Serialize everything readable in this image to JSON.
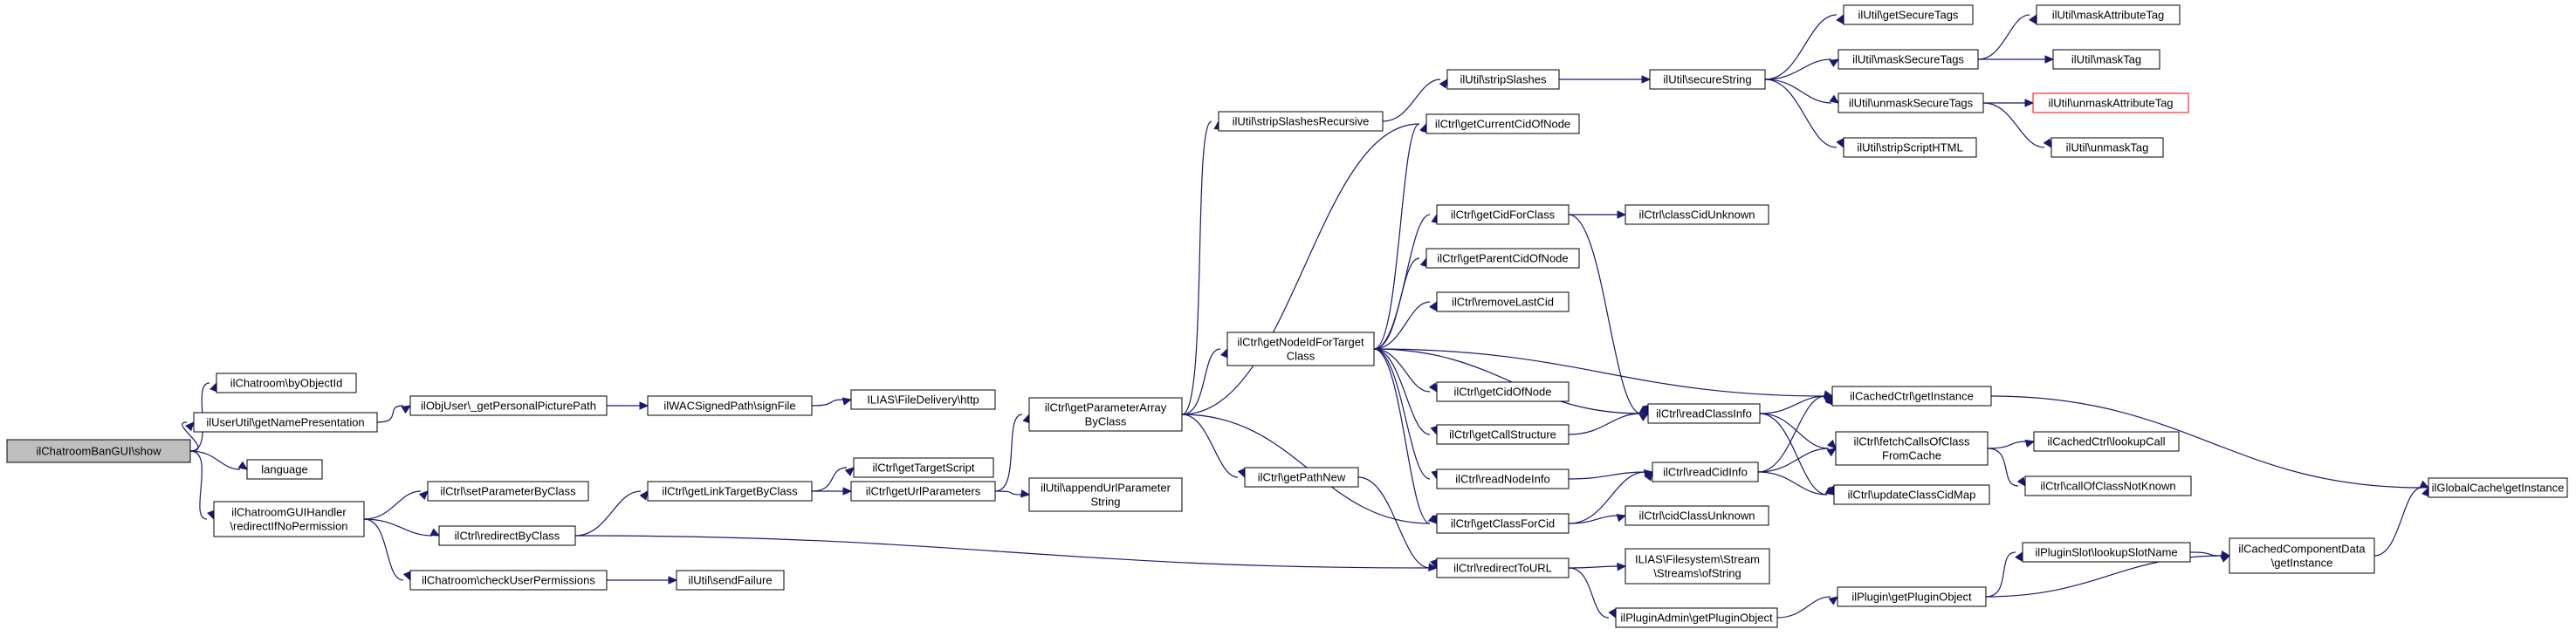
{
  "graph": {
    "edge_color": "#191970",
    "root_fill": "#bfbfbf",
    "missing_border": "#ff0000",
    "nodes": [
      {
        "id": "show",
        "lines": [
          "ilChatroomBanGUI\\show"
        ],
        "root": true
      },
      {
        "id": "byObjectId",
        "lines": [
          "ilChatroom\\byObjectId"
        ]
      },
      {
        "id": "getNamePres",
        "lines": [
          "ilUserUtil\\getNamePresentation"
        ]
      },
      {
        "id": "language",
        "lines": [
          "language"
        ]
      },
      {
        "id": "redirectNoPerm",
        "lines": [
          "ilChatroomGUIHandler",
          "\\redirectIfNoPermission"
        ]
      },
      {
        "id": "getPersonalPic",
        "lines": [
          "ilObjUser\\_getPersonalPicturePath"
        ]
      },
      {
        "id": "setParamByClass",
        "lines": [
          "ilCtrl\\setParameterByClass"
        ]
      },
      {
        "id": "redirectByClass",
        "lines": [
          "ilCtrl\\redirectByClass"
        ]
      },
      {
        "id": "checkUserPerm",
        "lines": [
          "ilChatroom\\checkUserPermissions"
        ]
      },
      {
        "id": "signFile",
        "lines": [
          "ilWACSignedPath\\signFile"
        ]
      },
      {
        "id": "getLinkTarget",
        "lines": [
          "ilCtrl\\getLinkTargetByClass"
        ]
      },
      {
        "id": "sendFailure",
        "lines": [
          "ilUtil\\sendFailure"
        ]
      },
      {
        "id": "fileDelivery",
        "lines": [
          "ILIAS\\FileDelivery\\http"
        ]
      },
      {
        "id": "getTargetScript",
        "lines": [
          "ilCtrl\\getTargetScript"
        ]
      },
      {
        "id": "getUrlParams",
        "lines": [
          "ilCtrl\\getUrlParameters"
        ]
      },
      {
        "id": "getParamArray",
        "lines": [
          "ilCtrl\\getParameterArray",
          "ByClass"
        ]
      },
      {
        "id": "appendUrlParam",
        "lines": [
          "ilUtil\\appendUrlParameter",
          "String"
        ]
      },
      {
        "id": "stripSlashesRec",
        "lines": [
          "ilUtil\\stripSlashesRecursive"
        ]
      },
      {
        "id": "getNodeIdForTarget",
        "lines": [
          "ilCtrl\\getNodeIdForTarget",
          "Class"
        ]
      },
      {
        "id": "getPathNew",
        "lines": [
          "ilCtrl\\getPathNew"
        ]
      },
      {
        "id": "stripSlashes",
        "lines": [
          "ilUtil\\stripSlashes"
        ]
      },
      {
        "id": "getCurrentCid",
        "lines": [
          "ilCtrl\\getCurrentCidOfNode"
        ]
      },
      {
        "id": "getCidForClass",
        "lines": [
          "ilCtrl\\getCidForClass"
        ]
      },
      {
        "id": "getParentCid",
        "lines": [
          "ilCtrl\\getParentCidOfNode"
        ]
      },
      {
        "id": "removeLastCid",
        "lines": [
          "ilCtrl\\removeLastCid"
        ]
      },
      {
        "id": "getCidOfNode",
        "lines": [
          "ilCtrl\\getCidOfNode"
        ]
      },
      {
        "id": "getCallStructure",
        "lines": [
          "ilCtrl\\getCallStructure"
        ]
      },
      {
        "id": "readNodeInfo",
        "lines": [
          "ilCtrl\\readNodeInfo"
        ]
      },
      {
        "id": "getClassForCid",
        "lines": [
          "ilCtrl\\getClassForCid"
        ]
      },
      {
        "id": "redirectToURL",
        "lines": [
          "ilCtrl\\redirectToURL"
        ]
      },
      {
        "id": "secureString",
        "lines": [
          "ilUtil\\secureString"
        ]
      },
      {
        "id": "classCidUnknown",
        "lines": [
          "ilCtrl\\classCidUnknown"
        ]
      },
      {
        "id": "readClassInfo",
        "lines": [
          "ilCtrl\\readClassInfo"
        ]
      },
      {
        "id": "readCidInfo",
        "lines": [
          "ilCtrl\\readCidInfo"
        ]
      },
      {
        "id": "cidClassUnknown",
        "lines": [
          "ilCtrl\\cidClassUnknown"
        ]
      },
      {
        "id": "ofString",
        "lines": [
          "ILIAS\\Filesystem\\Stream",
          "\\Streams\\ofString"
        ]
      },
      {
        "id": "getPluginObjAdmin",
        "lines": [
          "ilPluginAdmin\\getPluginObject"
        ]
      },
      {
        "id": "getSecureTags",
        "lines": [
          "ilUtil\\getSecureTags"
        ]
      },
      {
        "id": "maskSecureTags",
        "lines": [
          "ilUtil\\maskSecureTags"
        ]
      },
      {
        "id": "unmaskSecureTags",
        "lines": [
          "ilUtil\\unmaskSecureTags"
        ]
      },
      {
        "id": "stripScriptHTML",
        "lines": [
          "ilUtil\\stripScriptHTML"
        ]
      },
      {
        "id": "cachedCtrlGetInstance",
        "lines": [
          "ilCachedCtrl\\getInstance"
        ]
      },
      {
        "id": "fetchCalls",
        "lines": [
          "ilCtrl\\fetchCallsOfClass",
          "FromCache"
        ]
      },
      {
        "id": "updateClassCidMap",
        "lines": [
          "ilCtrl\\updateClassCidMap"
        ]
      },
      {
        "id": "getPluginObj",
        "lines": [
          "ilPlugin\\getPluginObject"
        ]
      },
      {
        "id": "maskAttrTag",
        "lines": [
          "ilUtil\\maskAttributeTag"
        ]
      },
      {
        "id": "maskTag",
        "lines": [
          "ilUtil\\maskTag"
        ]
      },
      {
        "id": "unmaskAttrTag",
        "lines": [
          "ilUtil\\unmaskAttributeTag"
        ],
        "missing": true
      },
      {
        "id": "unmaskTag",
        "lines": [
          "ilUtil\\unmaskTag"
        ]
      },
      {
        "id": "lookupCall",
        "lines": [
          "ilCachedCtrl\\lookupCall"
        ]
      },
      {
        "id": "callOfClassNotKnown",
        "lines": [
          "ilCtrl\\callOfClassNotKnown"
        ]
      },
      {
        "id": "lookupSlotName",
        "lines": [
          "ilPluginSlot\\lookupSlotName"
        ]
      },
      {
        "id": "cachedCompGetInstance",
        "lines": [
          "ilCachedComponentData",
          "\\getInstance"
        ]
      },
      {
        "id": "globalCacheGetInstance",
        "lines": [
          "ilGlobalCache\\getInstance"
        ]
      }
    ],
    "edges": [
      [
        "show",
        "byObjectId"
      ],
      [
        "show",
        "getNamePres"
      ],
      [
        "show",
        "language"
      ],
      [
        "show",
        "redirectNoPerm"
      ],
      [
        "getNamePres",
        "getPersonalPic"
      ],
      [
        "getPersonalPic",
        "signFile"
      ],
      [
        "signFile",
        "fileDelivery"
      ],
      [
        "redirectNoPerm",
        "setParamByClass"
      ],
      [
        "redirectNoPerm",
        "redirectByClass"
      ],
      [
        "redirectNoPerm",
        "checkUserPerm"
      ],
      [
        "checkUserPerm",
        "sendFailure"
      ],
      [
        "redirectByClass",
        "getLinkTarget"
      ],
      [
        "redirectByClass",
        "redirectToURL"
      ],
      [
        "getLinkTarget",
        "getTargetScript"
      ],
      [
        "getLinkTarget",
        "getUrlParams"
      ],
      [
        "getUrlParams",
        "getParamArray"
      ],
      [
        "getUrlParams",
        "appendUrlParam"
      ],
      [
        "getParamArray",
        "stripSlashesRec"
      ],
      [
        "getParamArray",
        "getCurrentCid"
      ],
      [
        "getParamArray",
        "getNodeIdForTarget"
      ],
      [
        "getParamArray",
        "getPathNew"
      ],
      [
        "getParamArray",
        "getClassForCid"
      ],
      [
        "stripSlashesRec",
        "stripSlashes"
      ],
      [
        "stripSlashes",
        "secureString"
      ],
      [
        "secureString",
        "getSecureTags"
      ],
      [
        "secureString",
        "maskSecureTags"
      ],
      [
        "secureString",
        "unmaskSecureTags"
      ],
      [
        "secureString",
        "stripScriptHTML"
      ],
      [
        "maskSecureTags",
        "maskAttrTag"
      ],
      [
        "maskSecureTags",
        "maskTag"
      ],
      [
        "unmaskSecureTags",
        "unmaskAttrTag"
      ],
      [
        "unmaskSecureTags",
        "unmaskTag"
      ],
      [
        "getNodeIdForTarget",
        "getCurrentCid"
      ],
      [
        "getNodeIdForTarget",
        "getCidForClass"
      ],
      [
        "getNodeIdForTarget",
        "getParentCid"
      ],
      [
        "getNodeIdForTarget",
        "removeLastCid"
      ],
      [
        "getNodeIdForTarget",
        "getCidOfNode"
      ],
      [
        "getNodeIdForTarget",
        "getCallStructure"
      ],
      [
        "getNodeIdForTarget",
        "readNodeInfo"
      ],
      [
        "getNodeIdForTarget",
        "getClassForCid"
      ],
      [
        "getNodeIdForTarget",
        "readClassInfo"
      ],
      [
        "getNodeIdForTarget",
        "cachedCtrlGetInstance"
      ],
      [
        "getCidForClass",
        "classCidUnknown"
      ],
      [
        "getCidForClass",
        "readClassInfo"
      ],
      [
        "getCallStructure",
        "readClassInfo"
      ],
      [
        "readNodeInfo",
        "readCidInfo"
      ],
      [
        "getClassForCid",
        "readCidInfo"
      ],
      [
        "getClassForCid",
        "cidClassUnknown"
      ],
      [
        "getPathNew",
        "redirectToURL"
      ],
      [
        "readClassInfo",
        "cachedCtrlGetInstance"
      ],
      [
        "readClassInfo",
        "fetchCalls"
      ],
      [
        "readClassInfo",
        "updateClassCidMap"
      ],
      [
        "readCidInfo",
        "cachedCtrlGetInstance"
      ],
      [
        "readCidInfo",
        "fetchCalls"
      ],
      [
        "readCidInfo",
        "updateClassCidMap"
      ],
      [
        "fetchCalls",
        "lookupCall"
      ],
      [
        "fetchCalls",
        "callOfClassNotKnown"
      ],
      [
        "cachedCtrlGetInstance",
        "globalCacheGetInstance"
      ],
      [
        "redirectToURL",
        "ofString"
      ],
      [
        "redirectToURL",
        "getPluginObjAdmin"
      ],
      [
        "getPluginObjAdmin",
        "getPluginObj"
      ],
      [
        "getPluginObj",
        "lookupSlotName"
      ],
      [
        "getPluginObj",
        "cachedCompGetInstance"
      ],
      [
        "lookupSlotName",
        "cachedCompGetInstance"
      ],
      [
        "cachedCompGetInstance",
        "globalCacheGetInstance"
      ]
    ]
  }
}
